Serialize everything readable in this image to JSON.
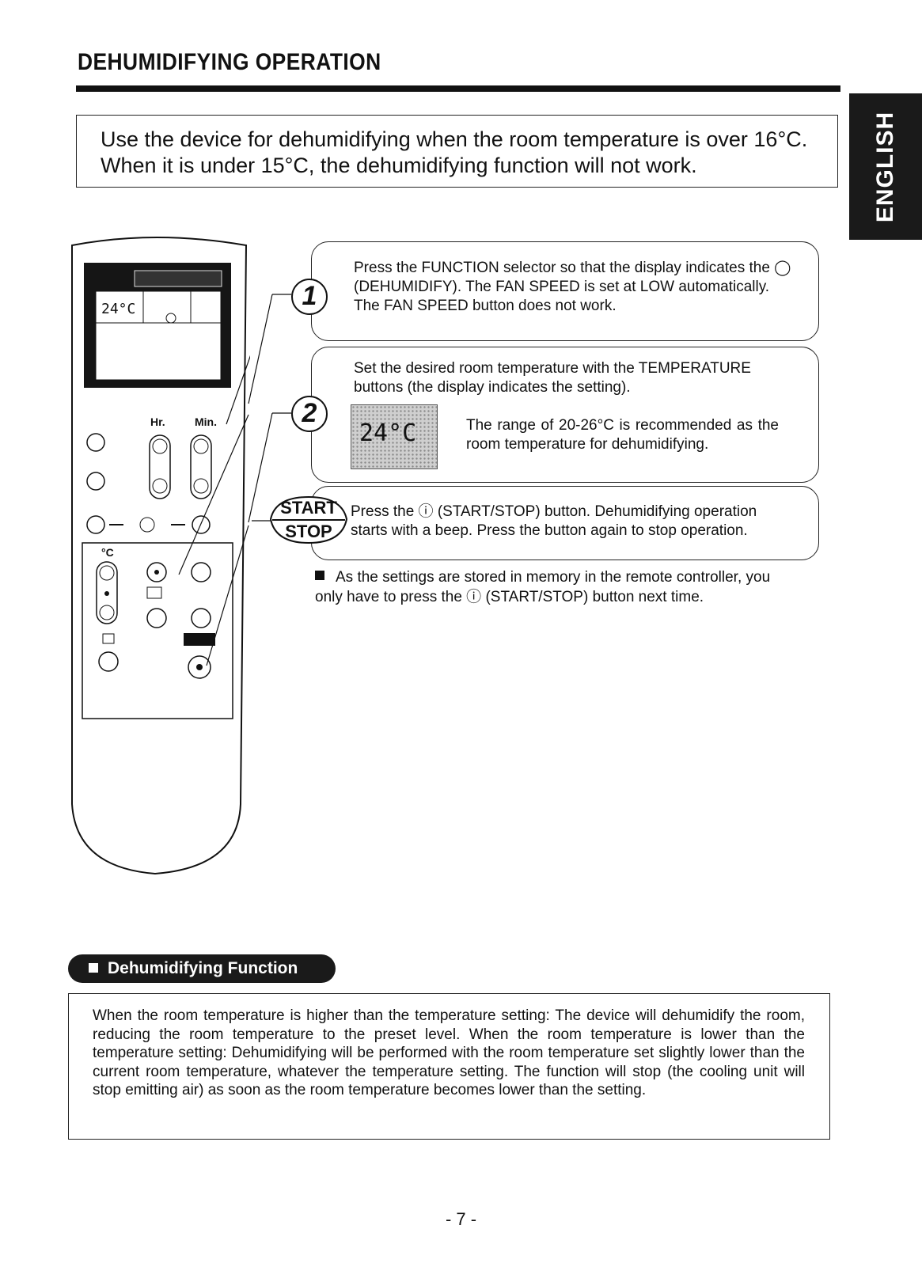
{
  "header": {
    "title": "DEHUMIDIFYING OPERATION",
    "tab": "ENGLISH"
  },
  "intro": "Use the device for dehumidifying when the room temperature is over 16°C. When it is under 15°C, the dehumidifying function will not work.",
  "steps": [
    {
      "badge": "1",
      "text": "Press the FUNCTION selector so that the display indicates the ◯ (DEHUMIDIFY). The FAN SPEED is set at LOW automatically. The FAN SPEED button does not work."
    },
    {
      "badge": "2",
      "text": "Set the desired room temperature with the TEMPERATURE buttons (the display indicates the setting).",
      "lcd": "24°C",
      "note": "The range of 20-26°C is recommended as the room temperature for dehumidifying."
    },
    {
      "badge_top": "START",
      "badge_bottom": "STOP",
      "text": "Press the ⓘ (START/STOP) button. Dehumidifying operation starts with a beep. Press the button again to stop operation."
    }
  ],
  "memory_note": "As the settings are stored in memory in the remote controller, you only have to press the ⓘ (START/STOP) button next time.",
  "remote": {
    "lcd_temp": "24°C",
    "hr_label": "Hr.",
    "min_label": "Min.",
    "c_label": "°C"
  },
  "function_section": {
    "header": "Dehumidifying Function",
    "body": "When the room temperature is higher than the temperature setting: The device will dehumidify the room, reducing the room temperature to the preset level. When the room temperature is lower than the temperature setting: Dehumidifying will be performed with the room temperature set slightly lower than the current room temperature, whatever the temperature setting. The function will stop (the cooling unit will stop emitting air) as soon as the room temperature becomes lower than the setting."
  },
  "page_number": "- 7 -"
}
